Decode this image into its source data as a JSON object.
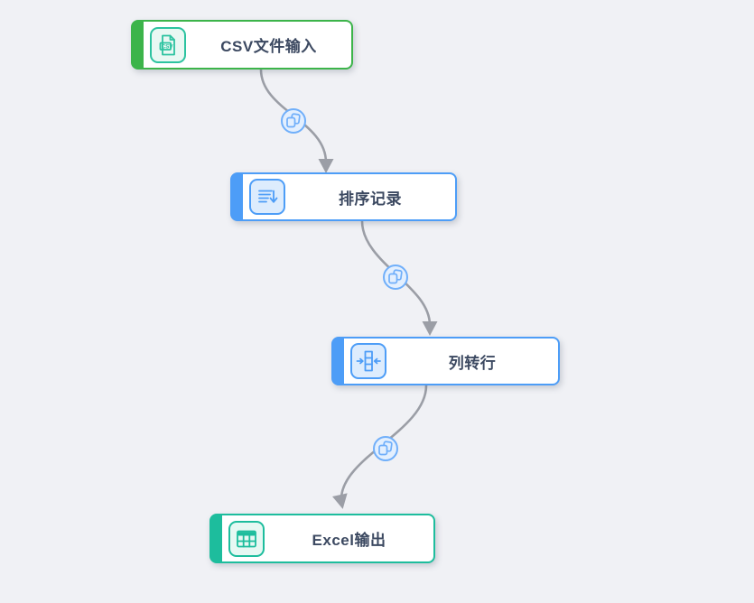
{
  "app": {
    "type": "etl-workflow-canvas",
    "canvas_background": "#f0f1f5",
    "edge_color": "#9b9ea6",
    "hop_marker": {
      "fill": "#e3effe",
      "stroke": "#70affa",
      "icon": "copy-icon"
    }
  },
  "canvas": {
    "nodes": [
      {
        "id": "csv-input",
        "label": "CSV文件输入",
        "icon": "csv-file-icon",
        "accent": "#3cb44a",
        "icon_accent": "#2cc3a0",
        "icon_bg": "#e9f8f3"
      },
      {
        "id": "sort-rows",
        "label": "排序记录",
        "icon": "sort-rows-icon",
        "accent": "#4d9df7",
        "icon_accent": "#4d9df7",
        "icon_bg": "#ddecfd"
      },
      {
        "id": "row-normaliser",
        "label": "列转行",
        "icon": "column-to-row-icon",
        "accent": "#4d9df7",
        "icon_accent": "#4d9df7",
        "icon_bg": "#ddecfd"
      },
      {
        "id": "excel-output",
        "label": "Excel输出",
        "icon": "table-icon",
        "accent": "#1dbd9d",
        "icon_accent": "#1dbd9d",
        "icon_bg": "#e6f8f3"
      }
    ],
    "edges": [
      {
        "from": "csv-input",
        "to": "sort-rows",
        "hop_icon": "copy-icon"
      },
      {
        "from": "sort-rows",
        "to": "row-normaliser",
        "hop_icon": "copy-icon"
      },
      {
        "from": "row-normaliser",
        "to": "excel-output",
        "hop_icon": "copy-icon"
      }
    ]
  }
}
